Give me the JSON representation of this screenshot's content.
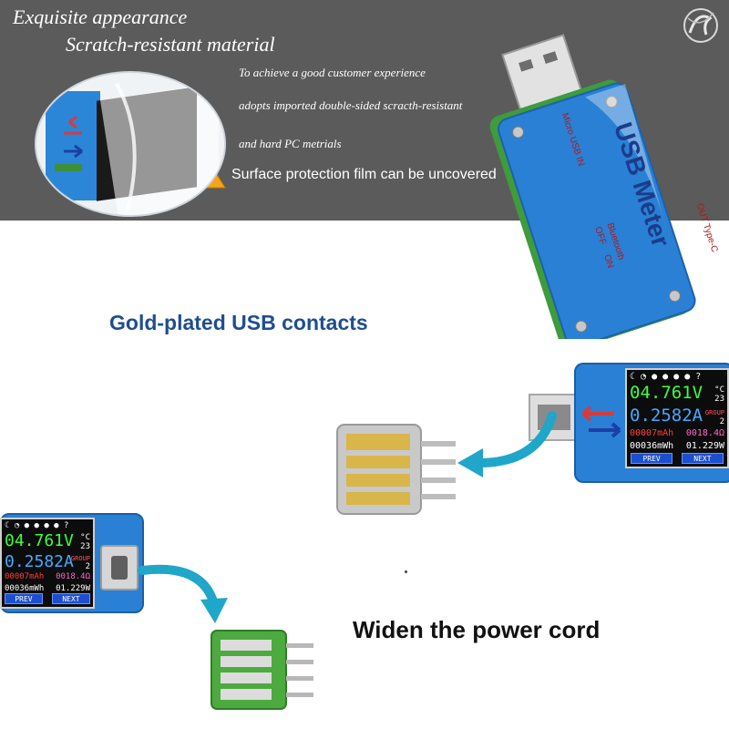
{
  "banner": {
    "headline_1": "Exquisite appearance",
    "headline_2": "Scratch-resistant material",
    "detail_1": "To achieve a good customer experience",
    "detail_2": "adopts imported double-sided scracth-resistant",
    "detail_3": "and hard PC metrials",
    "warning": "Surface protection film can be uncovered"
  },
  "meter_main": {
    "brand": "USB Meter",
    "in_label": "Micro USB IN",
    "out_label": "OUT Type-C",
    "bt_label": "Bluetooth",
    "bt_off": "OFF",
    "bt_on": "ON"
  },
  "captions": {
    "gold": "Gold-plated USB contacts",
    "widen": "Widen the power cord"
  },
  "screen": {
    "voltage": "04.761V",
    "current": "0.2582A",
    "temp": "23",
    "temp_unit": "°C",
    "group_label": "GROUP",
    "group_value": "2",
    "mah": "00007mAh",
    "ohm": "0018.4Ω",
    "mwh": "00036mWh",
    "watt": "01.229W",
    "prev": "PREV",
    "next": "NEXT",
    "icons": "☾ ◔ ● ● ● ● ?"
  },
  "colors": {
    "meter_blue": "#2a80d4",
    "caption_blue": "#1f4e8f",
    "arrow_teal": "#1fa6c9",
    "banner_grey": "#5b5b5b",
    "warning_orange": "#f6a417"
  }
}
